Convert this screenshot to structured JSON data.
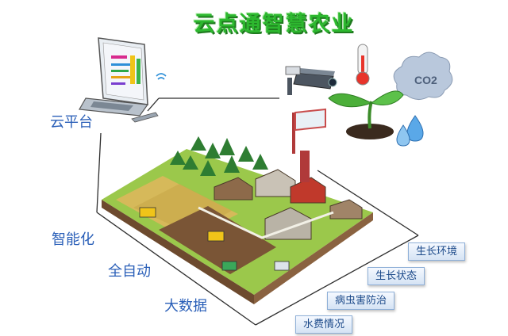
{
  "title": "云点通智慧农业",
  "side_labels": {
    "cloud": "云平台",
    "smart": "智能化",
    "auto": "全自动",
    "bigdata": "大数据"
  },
  "tags": {
    "growth_env": "生长环境",
    "growth_state": "生长状态",
    "pest_control": "病虫害防治",
    "water_fee": "水费情况"
  },
  "sensor_text": {
    "co2": "CO2"
  }
}
